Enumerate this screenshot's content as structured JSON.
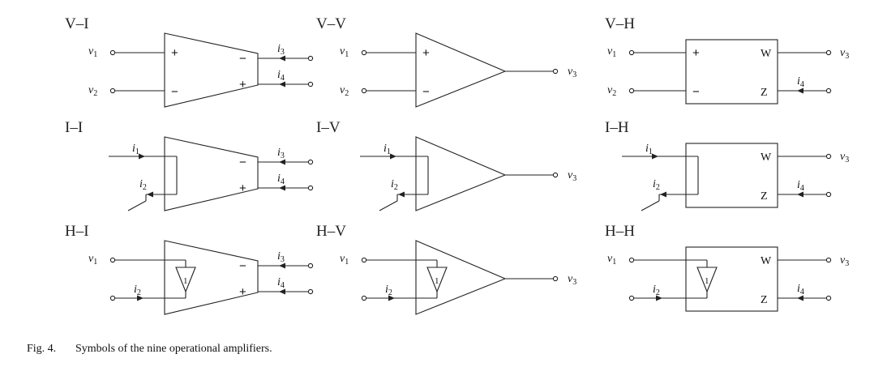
{
  "figure": {
    "caption_number": "Fig. 4.",
    "caption_text": "Symbols of the nine operational amplifiers.",
    "panels": [
      {
        "title": "V–I",
        "input": "V",
        "output": "I"
      },
      {
        "title": "V–V",
        "input": "V",
        "output": "V"
      },
      {
        "title": "V–H",
        "input": "V",
        "output": "H"
      },
      {
        "title": "I–I",
        "input": "I",
        "output": "I"
      },
      {
        "title": "I–V",
        "input": "I",
        "output": "V"
      },
      {
        "title": "I–H",
        "input": "I",
        "output": "H"
      },
      {
        "title": "H–I",
        "input": "H",
        "output": "I"
      },
      {
        "title": "H–V",
        "input": "H",
        "output": "V"
      },
      {
        "title": "H–H",
        "input": "H",
        "output": "H"
      }
    ],
    "labels": {
      "v": "v",
      "i": "i",
      "plus": "+",
      "minus": "−",
      "w": "W",
      "z": "Z",
      "unity": "1",
      "sub1": "1",
      "sub2": "2",
      "sub3": "3",
      "sub4": "4"
    }
  }
}
